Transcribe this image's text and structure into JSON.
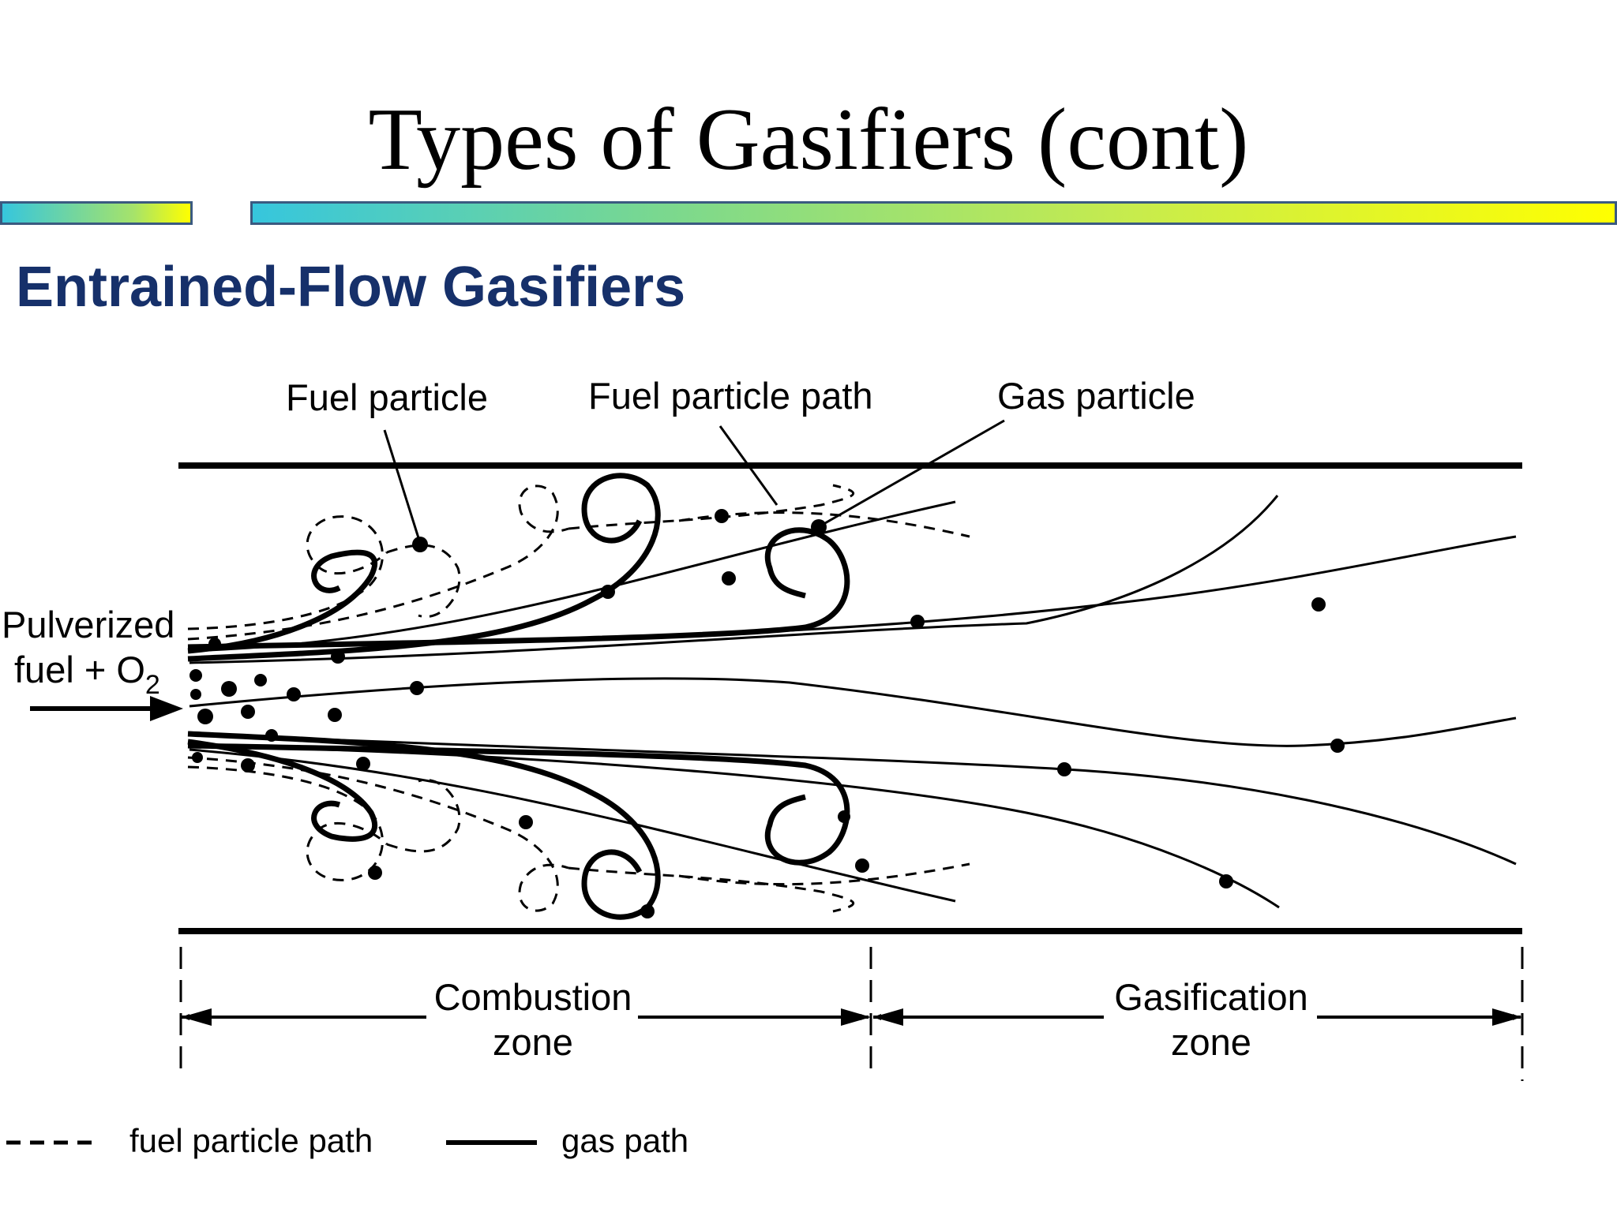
{
  "slide": {
    "title": "Types of Gasifiers (cont)",
    "subtitle": "Entrained-Flow Gasifiers",
    "colors": {
      "title_bar_start": "#36c6dd",
      "title_bar_end": "#ffff00",
      "subtitle": "#16306a"
    }
  },
  "diagram": {
    "labels": {
      "fuel_particle": "Fuel particle",
      "fuel_particle_path": "Fuel particle path",
      "gas_particle": "Gas particle",
      "inlet_line1": "Pulverized",
      "inlet_line2_main": "fuel + O",
      "inlet_line2_sub": "2"
    },
    "zones": [
      {
        "line1": "Combustion",
        "line2": "zone"
      },
      {
        "line1": "Gasification",
        "line2": "zone"
      }
    ],
    "legend": [
      {
        "style": "dashed",
        "label": "fuel particle path"
      },
      {
        "style": "solid",
        "label": "gas path"
      }
    ]
  }
}
